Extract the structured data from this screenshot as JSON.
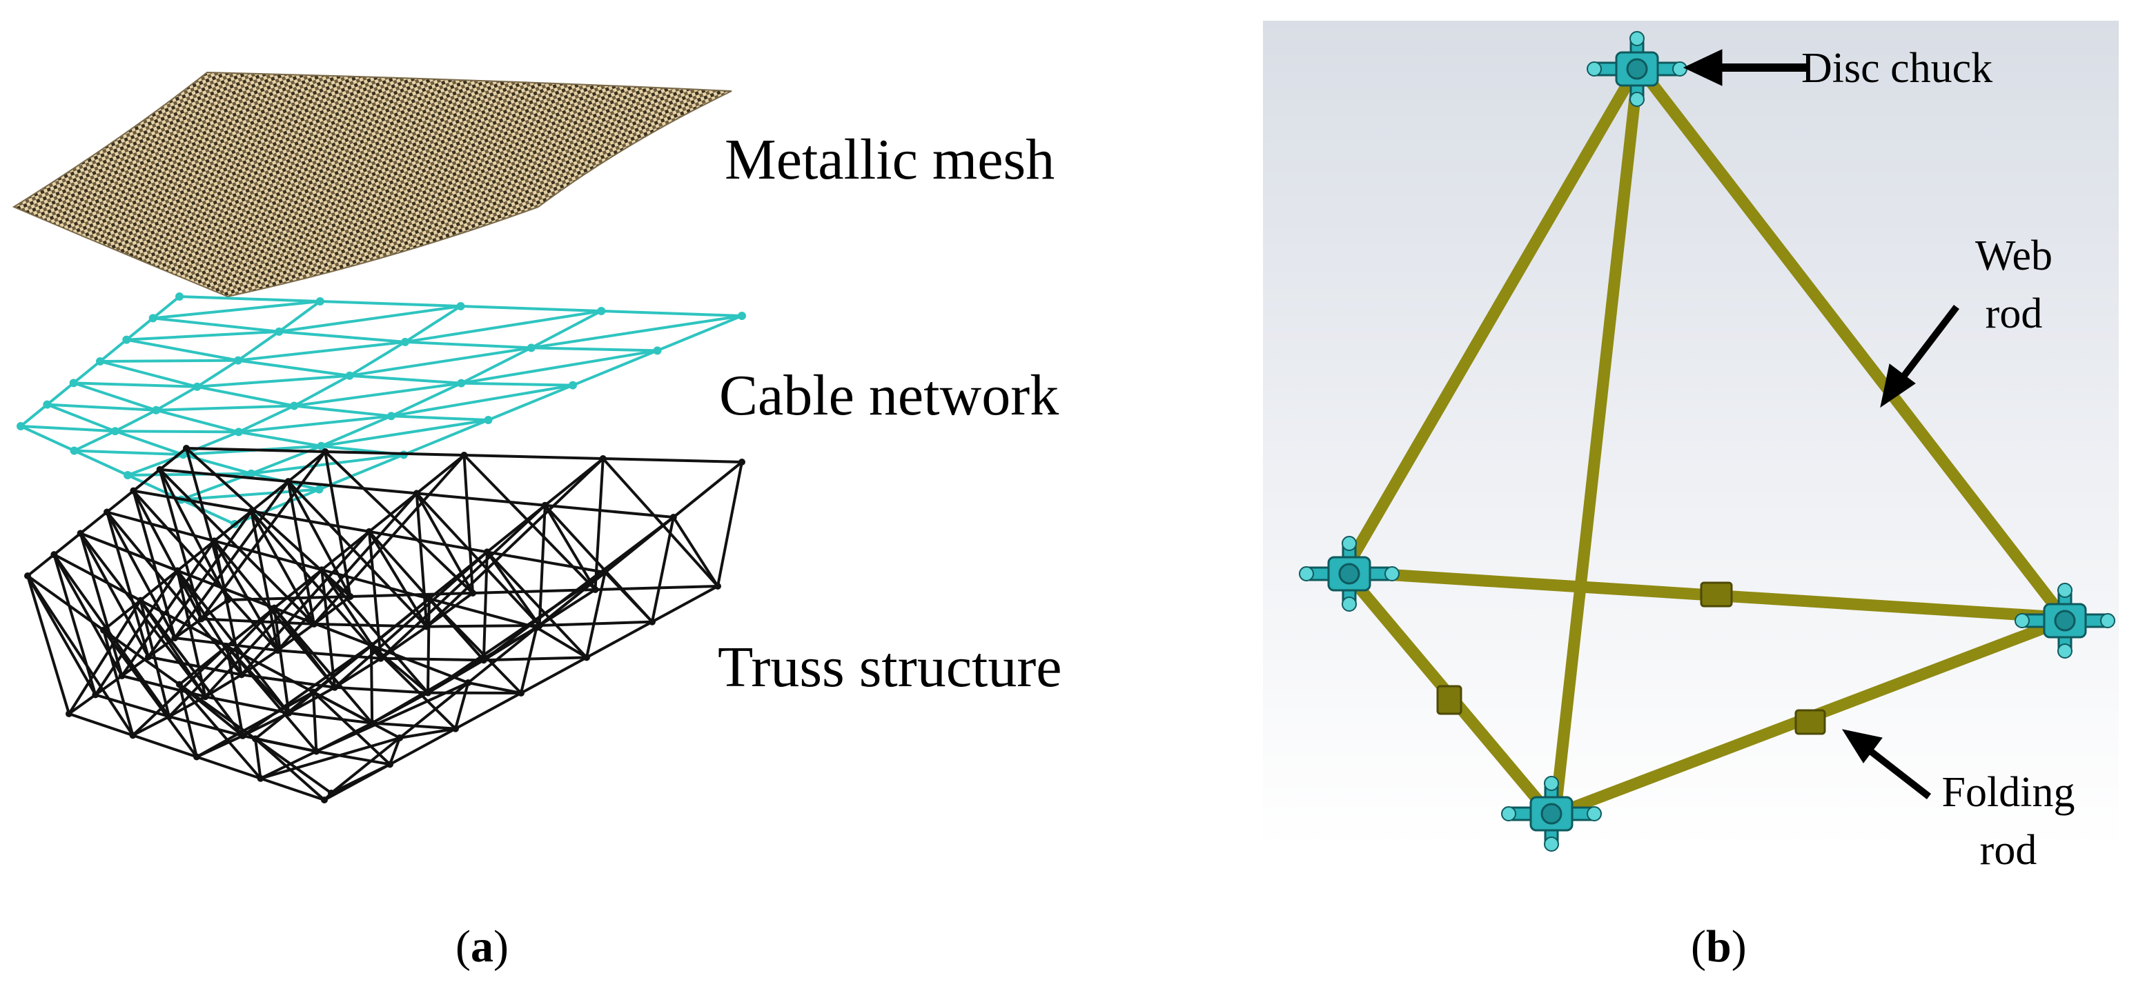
{
  "panel_a": {
    "layers": [
      {
        "name": "metallic-mesh",
        "label": "Metallic mesh",
        "color": "#c9b58f"
      },
      {
        "name": "cable-network",
        "label": "Cable network",
        "color": "#2ec4c0"
      },
      {
        "name": "truss-structure",
        "label": "Truss structure",
        "color": "#111111"
      }
    ],
    "caption_open": "(",
    "caption_letter": "a",
    "caption_close": ")"
  },
  "panel_b": {
    "callouts": [
      {
        "name": "disc-chuck",
        "text": "Disc chuck"
      },
      {
        "name": "web-rod",
        "line1": "Web",
        "line2": "rod"
      },
      {
        "name": "folding-rod",
        "line1": "Folding",
        "line2": "rod"
      }
    ],
    "rod_color": "#8f8a12",
    "chuck_color": "#2ab3b8",
    "caption_open": "(",
    "caption_letter": "b",
    "caption_close": ")"
  }
}
